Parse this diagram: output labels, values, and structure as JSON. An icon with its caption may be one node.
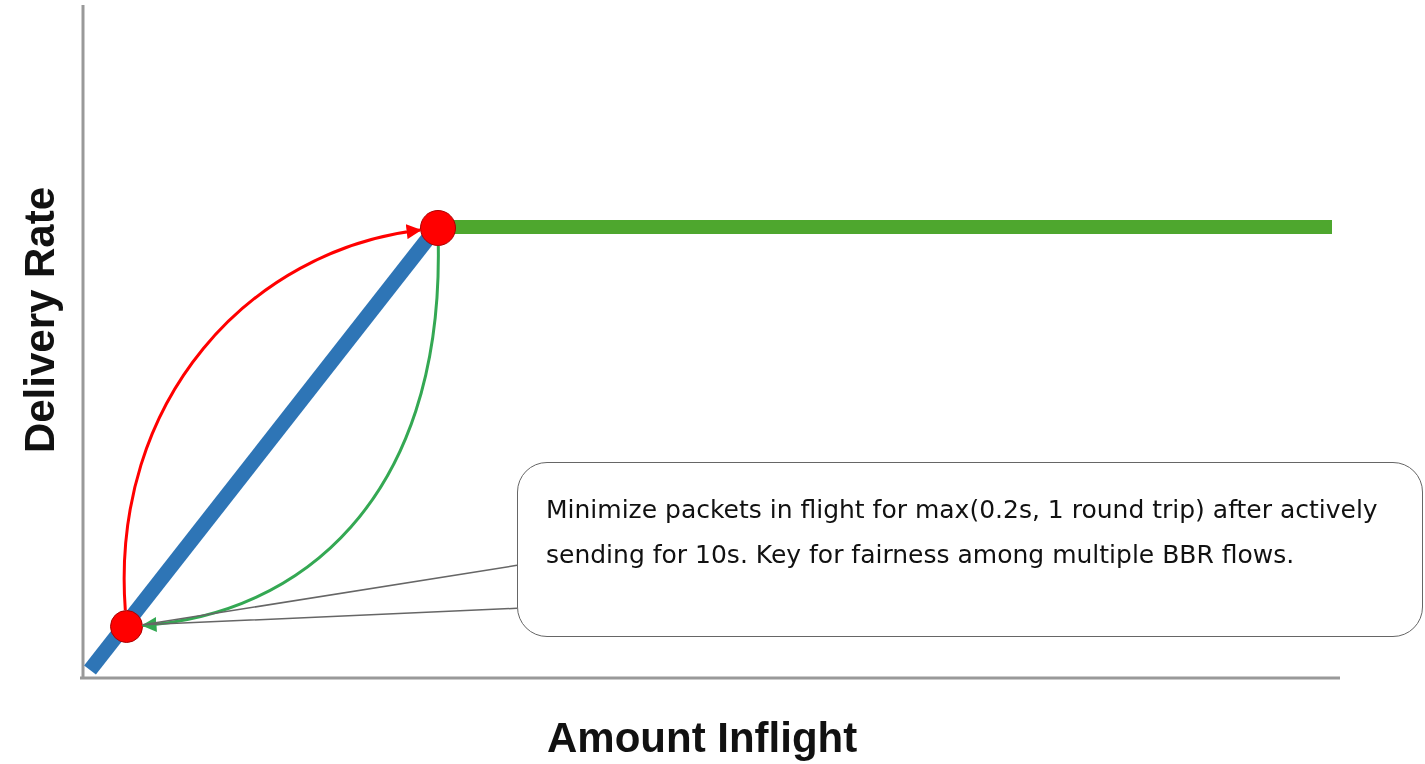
{
  "diagram": {
    "nodes": [
      {
        "text": [],
        "shape": "circle"
      },
      {
        "text": [],
        "shape": "circle"
      },
      {
        "text": [
          "Minimize packets in flight for max(0.2s, 1 round trip) after actively sending for 10s. Key for  fairness among multiple BBR flows."
        ]
      }
    ],
    "edges": [
      {
        "from": 0,
        "to": 1,
        "arrow": "to",
        "color": "#ff0000"
      },
      {
        "from": 1,
        "to": 0,
        "arrow": "to",
        "color": "#34a853"
      },
      {
        "from": 2,
        "to": 0,
        "arrow": "none",
        "color": "#666666"
      }
    ],
    "labels": [
      "Delivery Rate",
      "Amount Inflight"
    ]
  }
}
